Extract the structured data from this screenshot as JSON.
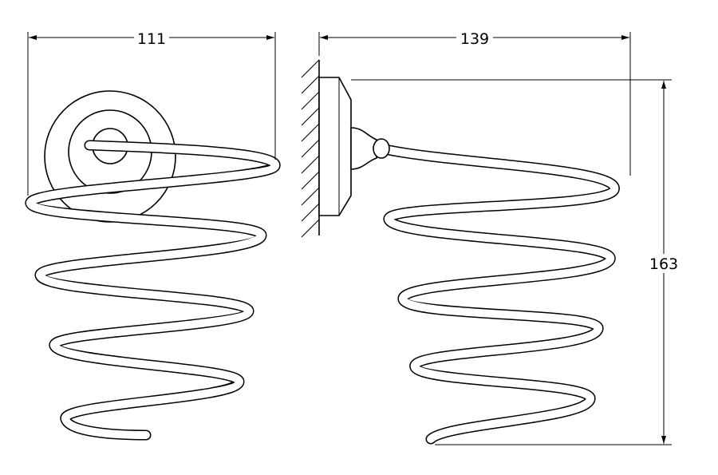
{
  "drawing": {
    "colors": {
      "line": "#000000",
      "background": "#ffffff"
    },
    "dimensions": {
      "width_front": "111",
      "depth_side": "139",
      "height_side": "163"
    }
  }
}
